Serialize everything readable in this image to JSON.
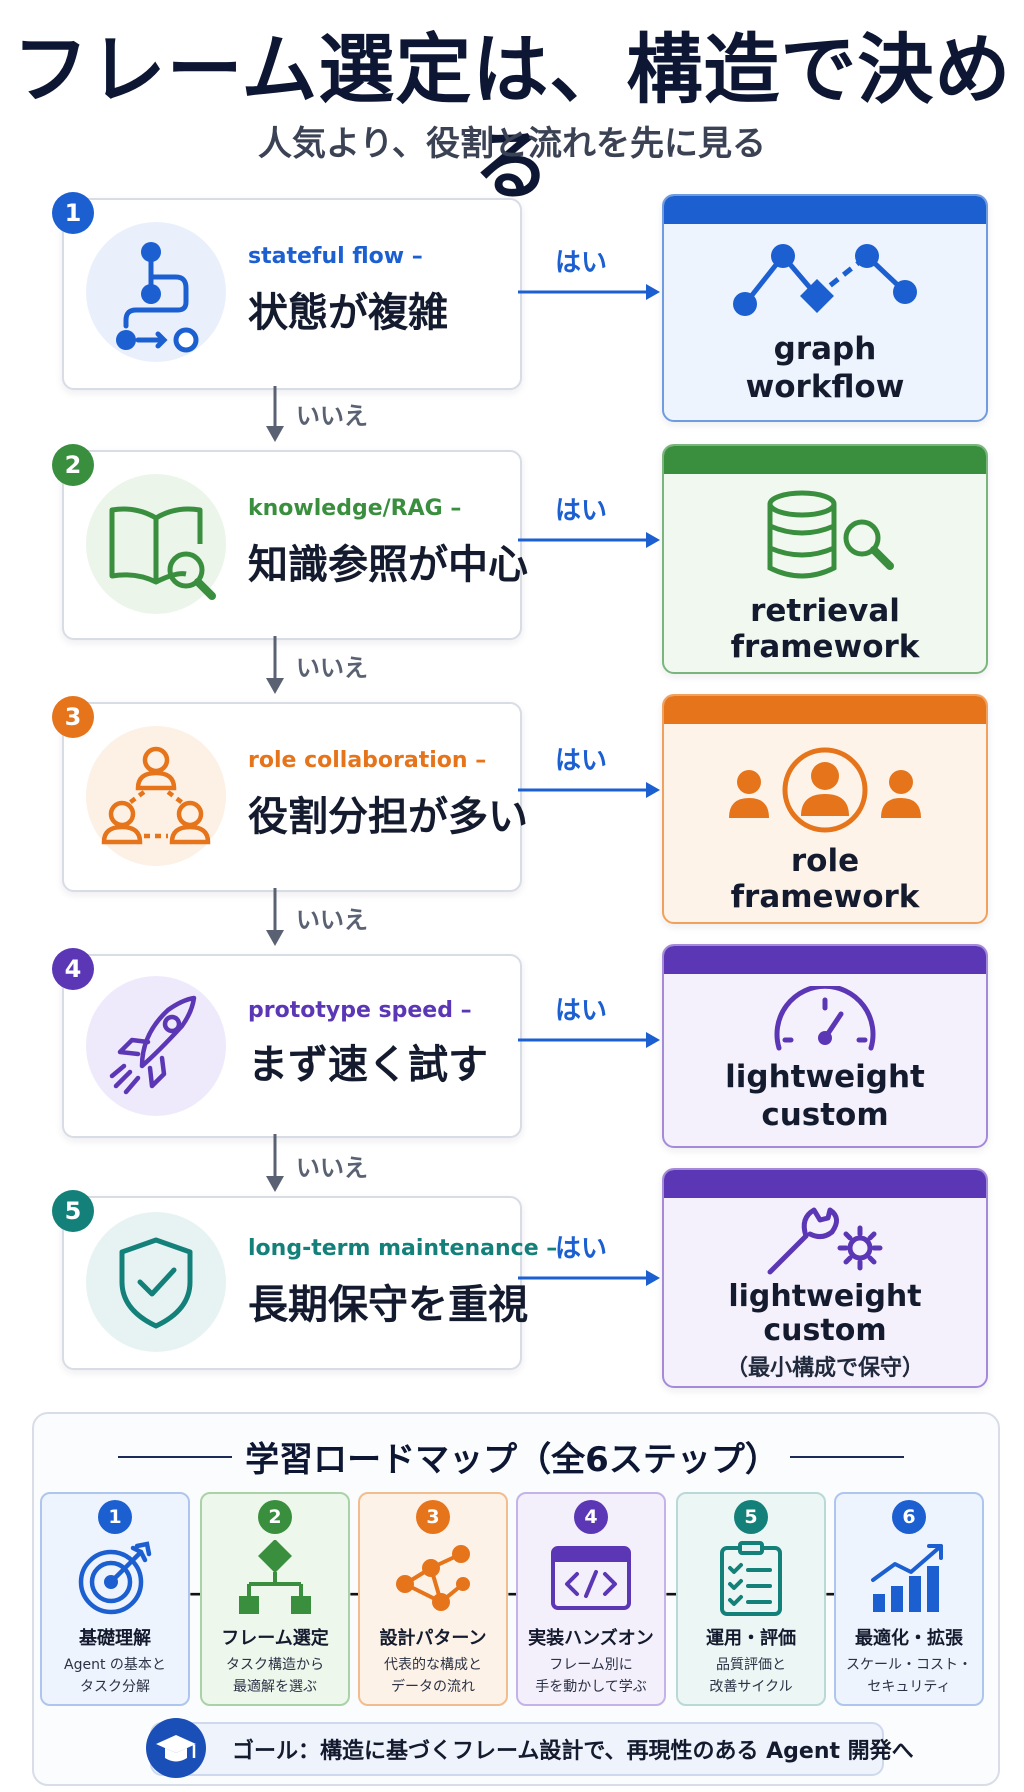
{
  "header": {
    "title": "フレーム選定は、構造で決める",
    "subtitle": "人気より、役割と流れを先に見る"
  },
  "decision_flow": {
    "yes_label": "はい",
    "no_label": "いいえ",
    "steps": [
      {
        "num": "1",
        "label": "stateful flow –",
        "question": "状態が複雑",
        "answer_lines": [
          "graph",
          "workflow"
        ],
        "note": "",
        "color": "#1b5fd1"
      },
      {
        "num": "2",
        "label": "knowledge/RAG –",
        "question": "知識参照が中心",
        "answer_lines": [
          "retrieval",
          "framework"
        ],
        "note": "",
        "color": "#3a8f3e"
      },
      {
        "num": "3",
        "label": "role collaboration –",
        "question": "役割分担が多い",
        "answer_lines": [
          "role",
          "framework"
        ],
        "note": "",
        "color": "#e5741b"
      },
      {
        "num": "4",
        "label": "prototype speed –",
        "question": "まず速く試す",
        "answer_lines": [
          "lightweight",
          "custom"
        ],
        "note": "",
        "color": "#5b37b5"
      },
      {
        "num": "5",
        "label": "long-term maintenance –",
        "question": "長期保守を重視",
        "answer_lines": [
          "lightweight",
          "custom"
        ],
        "note": "（最小構成で保守）",
        "color": "#14807a"
      }
    ]
  },
  "roadmap": {
    "title": "学習ロードマップ（全6ステップ）",
    "steps": [
      {
        "num": "1",
        "title": "基礎理解",
        "desc1": "Agent の基本と",
        "desc2": "タスク分解",
        "icon": "target-icon",
        "color": "#1b5fd1"
      },
      {
        "num": "2",
        "title": "フレーム選定",
        "desc1": "タスク構造から",
        "desc2": "最適解を選ぶ",
        "icon": "flowchart-icon",
        "color": "#3a8f3e"
      },
      {
        "num": "3",
        "title": "設計パターン",
        "desc1": "代表的な構成と",
        "desc2": "データの流れ",
        "icon": "network-icon",
        "color": "#e5741b"
      },
      {
        "num": "4",
        "title": "実装ハンズオン",
        "desc1": "フレーム別に",
        "desc2": "手を動かして学ぶ",
        "icon": "code-icon",
        "color": "#5b37b5"
      },
      {
        "num": "5",
        "title": "運用・評価",
        "desc1": "品質評価と",
        "desc2": "改善サイクル",
        "icon": "checklist-icon",
        "color": "#14807a"
      },
      {
        "num": "6",
        "title": "最適化・拡張",
        "desc1": "スケール・コスト・",
        "desc2": "セキュリティ",
        "icon": "growth-chart-icon",
        "color": "#1b5fd1"
      }
    ],
    "goal": "ゴール：構造に基づくフレーム設計で、再現性のある Agent 開発へ"
  }
}
